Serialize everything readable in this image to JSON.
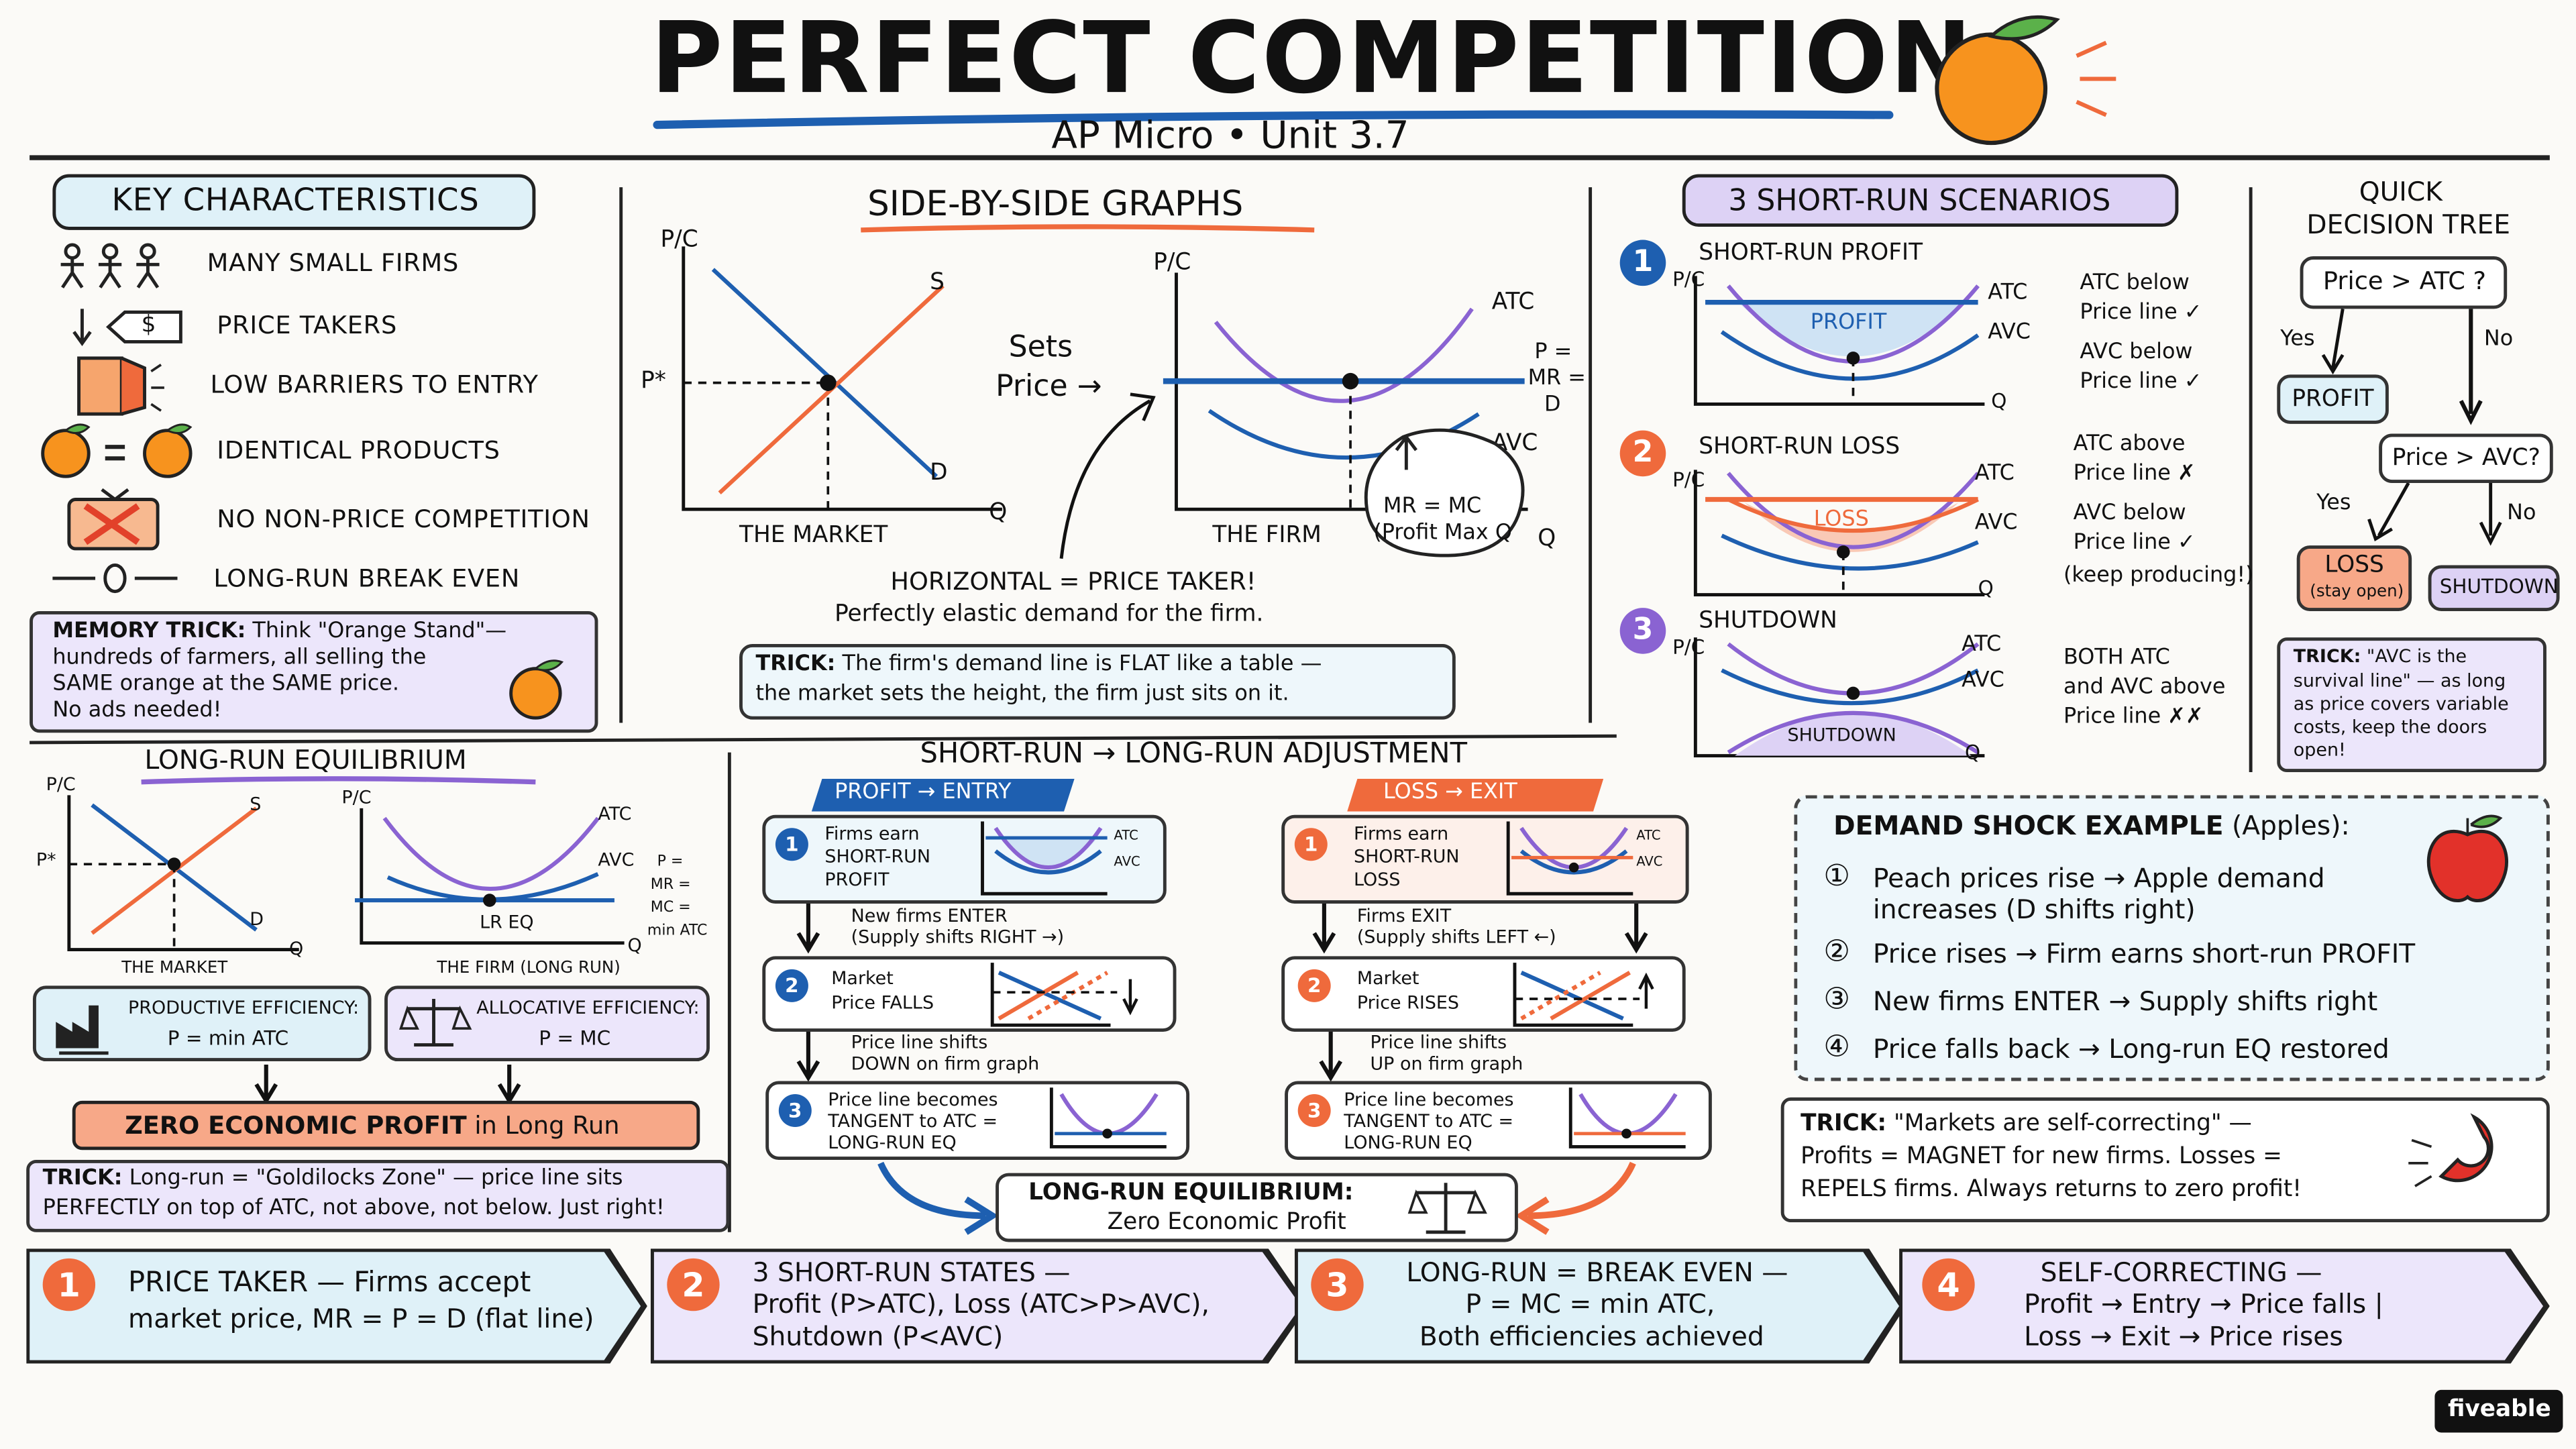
{
  "header": {
    "title": "PERFECT COMPETITION",
    "subtitle": "AP Micro • Unit 3.7"
  },
  "key_characteristics": {
    "title": "KEY CHARACTERISTICS",
    "items": [
      "MANY SMALL FIRMS",
      "PRICE TAKERS",
      "LOW BARRIERS TO ENTRY",
      "IDENTICAL PRODUCTS",
      "NO NON-PRICE COMPETITION",
      "LONG-RUN BREAK EVEN"
    ],
    "price_tag": "$",
    "memory_trick_label": "MEMORY TRICK:",
    "memory_trick_text": [
      " Think \"Orange Stand\"—",
      "hundreds of farmers, all selling the",
      "SAME orange at the SAME price.",
      "No ads needed!"
    ]
  },
  "side_by_side": {
    "title": "SIDE-BY-SIDE GRAPHS",
    "market": {
      "yaxis": "P/C",
      "xaxis": "Q",
      "supply": "S",
      "demand": "D",
      "pstar": "P*",
      "caption": "THE MARKET"
    },
    "sets_price": [
      "Sets",
      "Price →"
    ],
    "firm": {
      "yaxis": "P/C",
      "xaxis": "Q",
      "atc": "ATC",
      "avc": "AVC",
      "pmr": [
        "P =",
        "MR =",
        "D"
      ],
      "caption": "THE FIRM",
      "bubble": [
        "MR = MC",
        "(Profit Max Q"
      ]
    },
    "horizontal": "HORIZONTAL = PRICE TAKER!",
    "elastic": "Perfectly elastic demand for the firm.",
    "trick_label": "TRICK:",
    "trick_text": [
      " The firm's demand line is FLAT like a table —",
      "the market sets the height, the firm just sits on it."
    ]
  },
  "scenarios": {
    "title": "3 SHORT-RUN SCENARIOS",
    "items": [
      {
        "num": "1",
        "title": "SHORT-RUN PROFIT",
        "area": "PROFIT",
        "notes": [
          "ATC below",
          "Price line ✓",
          "AVC below",
          "Price line ✓"
        ]
      },
      {
        "num": "2",
        "title": "SHORT-RUN LOSS",
        "area": "LOSS",
        "notes": [
          "ATC above",
          "Price line ✗",
          "AVC below",
          "Price line ✓",
          "(keep producing!)"
        ]
      },
      {
        "num": "3",
        "title": "SHUTDOWN",
        "area": "SHUTDOWN",
        "notes": [
          "BOTH ATC",
          "and AVC above",
          "Price line ✗✗"
        ]
      }
    ],
    "axis_y": "P/C",
    "axis_x": "Q",
    "atc": "ATC",
    "avc": "AVC"
  },
  "decision_tree": {
    "title": [
      "QUICK",
      "DECISION TREE"
    ],
    "q1": "Price > ATC ?",
    "yes": "Yes",
    "no": "No",
    "profit": "PROFIT",
    "q2": "Price > AVC?",
    "loss": "LOSS",
    "loss_sub": "(stay open)",
    "shutdown": "SHUTDOWN",
    "trick_label": "TRICK:",
    "trick_text": [
      " \"AVC is the",
      "survival line\" — as long",
      "as price covers variable",
      "costs, keep the doors",
      "open!"
    ]
  },
  "long_run": {
    "title": "LONG-RUN EQUILIBRIUM",
    "market": {
      "yaxis": "P/C",
      "xaxis": "Q",
      "supply": "S",
      "demand": "D",
      "pstar": "P*",
      "caption": "THE MARKET"
    },
    "firm": {
      "yaxis": "P/C",
      "xaxis": "Q",
      "atc": "ATC",
      "avc": "AVC",
      "eq": "LR EQ",
      "pmr": [
        "P =",
        "MR =",
        "MC =",
        "min ATC"
      ],
      "caption": "THE FIRM (LONG RUN)"
    },
    "productive_title": "PRODUCTIVE EFFICIENCY:",
    "productive_eq": "P = min ATC",
    "allocative_title": "ALLOCATIVE EFFICIENCY:",
    "allocative_eq": "P = MC",
    "zero_profit_a": "ZERO ECONOMIC PROFIT",
    "zero_profit_b": " in Long Run",
    "trick_label": "TRICK:",
    "trick_text": [
      " Long-run = \"Goldilocks Zone\" — price line sits",
      "PERFECTLY on top of ATC, not above, not below. Just right!"
    ]
  },
  "adjustment": {
    "title": "SHORT-RUN → LONG-RUN ADJUSTMENT",
    "left_banner": "PROFIT → ENTRY",
    "right_banner": "LOSS → EXIT",
    "left_steps": [
      {
        "num": "1",
        "text": [
          "Firms earn",
          "SHORT-RUN",
          "PROFIT"
        ]
      },
      {
        "num": "2",
        "text": [
          "Market",
          "Price FALLS"
        ]
      },
      {
        "num": "3",
        "text": [
          "Price line becomes",
          "TANGENT to ATC =",
          "LONG-RUN EQ"
        ]
      }
    ],
    "left_arrows": [
      [
        "New firms ENTER",
        "(Supply shifts RIGHT →)"
      ],
      [
        "Price line shifts",
        "DOWN on firm graph"
      ]
    ],
    "right_steps": [
      {
        "num": "1",
        "text": [
          "Firms earn",
          "SHORT-RUN",
          "LOSS"
        ]
      },
      {
        "num": "2",
        "text": [
          "Market",
          "Price RISES"
        ]
      },
      {
        "num": "3",
        "text": [
          "Price line becomes",
          "TANGENT to ATC =",
          "LONG-RUN EQ"
        ]
      }
    ],
    "right_arrows": [
      [
        "Firms EXIT",
        "(Supply shifts LEFT ←)"
      ],
      [
        "Price line shifts",
        "UP on firm graph"
      ]
    ],
    "mini_atc": "ATC",
    "mini_avc": "AVC",
    "final": [
      "LONG-RUN EQUILIBRIUM:",
      "Zero Economic Profit"
    ]
  },
  "demand_shock": {
    "title": "DEMAND SHOCK EXAMPLE",
    "title_sub": " (Apples):",
    "steps": [
      {
        "num": "①",
        "text": [
          "Peach prices rise → Apple demand",
          "increases (D shifts right)"
        ]
      },
      {
        "num": "②",
        "text": [
          "Price rises → Firm earns short-run PROFIT"
        ]
      },
      {
        "num": "③",
        "text": [
          "New firms ENTER → Supply shifts right"
        ]
      },
      {
        "num": "④",
        "text": [
          "Price falls back → Long-run EQ restored"
        ]
      }
    ],
    "trick_label": "TRICK:",
    "trick_text": [
      " \"Markets are self-correcting\" —",
      "Profits = MAGNET for new firms. Losses =",
      "REPELS firms. Always returns to zero profit!"
    ]
  },
  "summary": [
    {
      "num": "1",
      "lines": [
        "PRICE TAKER — Firms accept",
        "market price, MR = P = D (flat line)"
      ]
    },
    {
      "num": "2",
      "lines": [
        "3 SHORT-RUN STATES —",
        "Profit (P>ATC), Loss (ATC>P>AVC),",
        "Shutdown (P<AVC)"
      ]
    },
    {
      "num": "3",
      "lines": [
        "LONG-RUN = BREAK EVEN —",
        "P = MC = min ATC,",
        "Both efficiencies achieved"
      ]
    },
    {
      "num": "4",
      "lines": [
        "SELF-CORRECTING —",
        "Profit → Entry → Price falls |",
        "Loss → Exit → Price rises"
      ]
    }
  ],
  "brand": "fiveable",
  "colors": {
    "orange": "#ef6a3c",
    "blue": "#1e5fb0",
    "purple": "#8a63d2",
    "lightblue": "#dff1f8",
    "lavender": "#ece6fb"
  }
}
